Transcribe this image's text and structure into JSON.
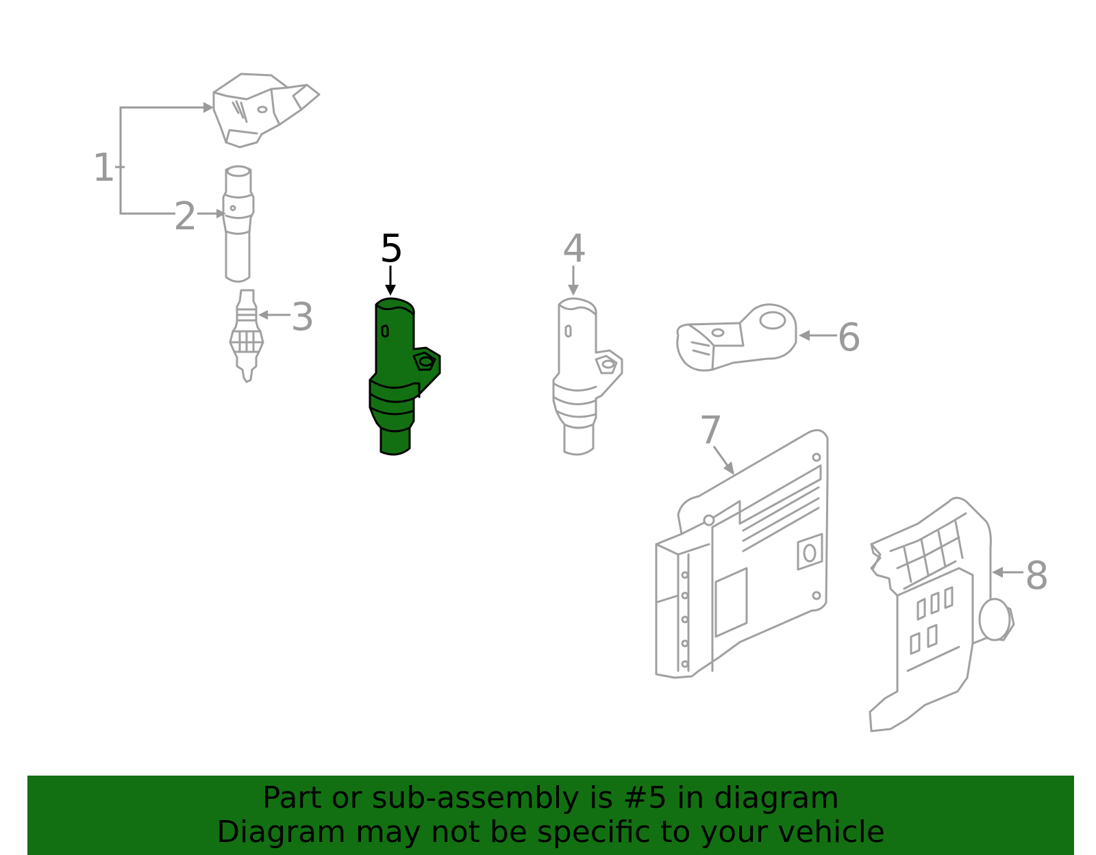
{
  "diagram": {
    "callouts": [
      {
        "number": "1",
        "label": "ignition coil assembly"
      },
      {
        "number": "2",
        "label": "coil boot"
      },
      {
        "number": "3",
        "label": "spark plug"
      },
      {
        "number": "4",
        "label": "sensor"
      },
      {
        "number": "5",
        "label": "sensor (highlighted)"
      },
      {
        "number": "6",
        "label": "sensor"
      },
      {
        "number": "7",
        "label": "control module"
      },
      {
        "number": "8",
        "label": "bracket"
      }
    ],
    "highlighted_part": "5",
    "colors": {
      "highlight": "#137012",
      "outline": "#a0a0a0",
      "callout_active": "#000000",
      "callout_inactive": "#9a9a9a"
    }
  },
  "banner": {
    "line1": "Part or sub-assembly is #5 in diagram",
    "line2": "Diagram may not be specific to your vehicle",
    "background": "#137012"
  }
}
